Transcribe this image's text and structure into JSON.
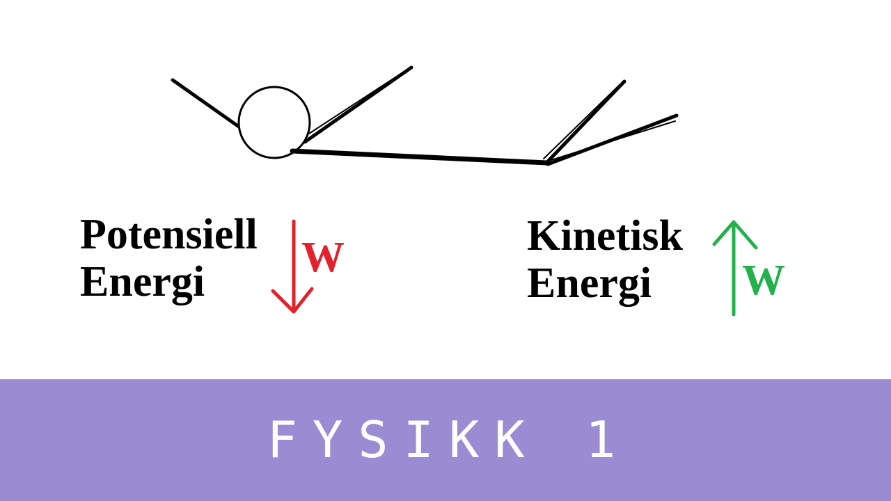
{
  "potential": {
    "line1": "Potensiell",
    "line2": "Energi",
    "symbol": "W",
    "color": "#e3212b",
    "direction": "down"
  },
  "kinetic": {
    "line1": "Kinetisk",
    "line2": "Energi",
    "symbol": "W",
    "color": "#22b14c",
    "direction": "up"
  },
  "footer": {
    "title": "FYSIKK 1",
    "background": "#9b8bd3",
    "text_color": "#ffffff"
  }
}
